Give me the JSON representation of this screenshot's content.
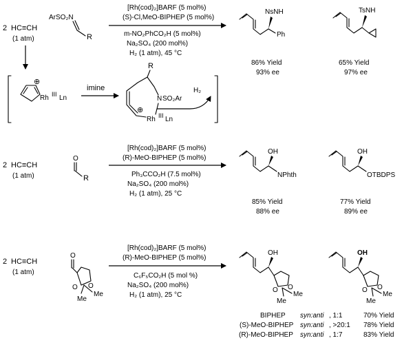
{
  "row1": {
    "coeff": "2",
    "alkyne": "HC≡CH",
    "pressure": "(1 atm)",
    "imine_formula": "ArSO₂N",
    "imine_R": "R",
    "conditions": [
      "[Rh(cod)₂]BARF (5 mol%)",
      "(S)-Cl,MeO-BIPHEP (5 mol%)",
      "m-NO₂PhCO₂H (5 mol%)",
      "Na₂SO₄ (200 mol%)",
      "H₂ (1 atm), 45 °C"
    ],
    "products": [
      {
        "label_N": "NsNH",
        "label_sub": "Ph",
        "yield": "86% Yield",
        "ee": "93% ee"
      },
      {
        "label_N": "TsNH",
        "yield": "65% Yield",
        "ee": "97% ee"
      }
    ]
  },
  "mechanism": {
    "metal": "Rh",
    "metal_ox": "III",
    "ligand": "Ln",
    "plus": "⊕",
    "reagent": "imine",
    "int_R": "R",
    "int_N": "N",
    "int_SO2Ar": "SO₂Ar",
    "h2": "H₂"
  },
  "row2": {
    "coeff": "2",
    "alkyne": "HC≡CH",
    "pressure": "(1 atm)",
    "aldehyde_O": "O",
    "aldehyde_R": "R",
    "conditions": [
      "[Rh(cod)₂]BARF (5 mol%)",
      "(R)-MeO-BIPHEP (5 mol%)",
      "Ph₃CCO₂H (7.5 mol%)",
      "Na₂SO₄ (200 mol%)",
      "H₂ (1 atm), 25 °C"
    ],
    "products": [
      {
        "oh": "OH",
        "group": "NPhth",
        "yield": "85% Yield",
        "ee": "88% ee"
      },
      {
        "oh": "OH",
        "group": "OTBDPS",
        "yield": "77% Yield",
        "ee": "89% ee"
      }
    ]
  },
  "row3": {
    "coeff": "2",
    "alkyne": "HC≡CH",
    "pressure": "(1 atm)",
    "me": "Me",
    "conditions": [
      "[Rh(cod)₂]BARF (5 mol%)",
      "(R)-MeO-BIPHEP (5 mol%)",
      "C₆F₅CO₂H (5 mol %)",
      "Na₂SO₄ (200 mol%)",
      "H₂ (1 atm), 25 °C"
    ],
    "oh": "OH",
    "ratio_label": "syn:anti",
    "ligands": [
      {
        "name": "BIPHEP",
        "ratio": ", 1:1",
        "yield": "70% Yield"
      },
      {
        "name": "(S)-MeO-BIPHEP",
        "ratio": ", >20:1",
        "yield": "78% Yield"
      },
      {
        "name": "(R)-MeO-BIPHEP",
        "ratio": ", 1:7",
        "yield": "83% Yield"
      }
    ]
  }
}
